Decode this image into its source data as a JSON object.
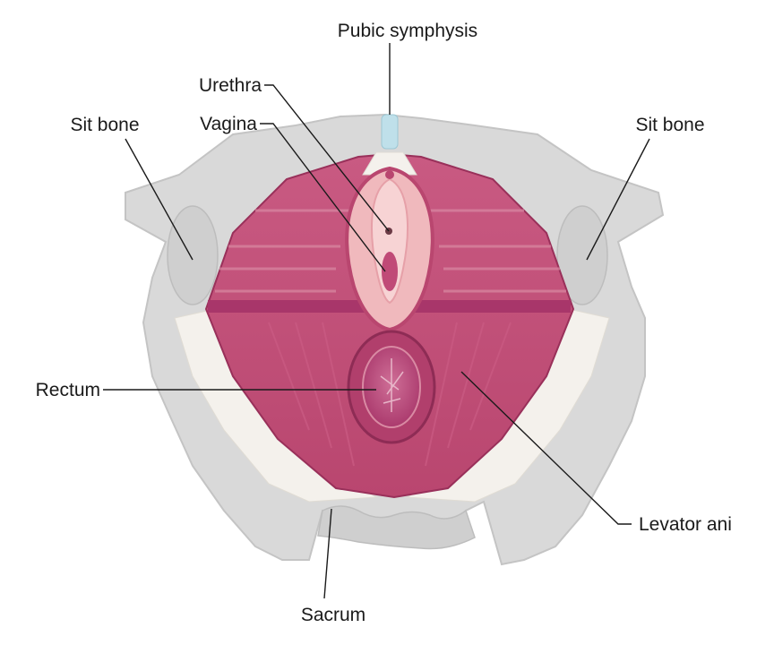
{
  "labels": {
    "pubic_symphysis": "Pubic symphysis",
    "urethra": "Urethra",
    "vagina": "Vagina",
    "sit_bone_left": "Sit bone",
    "sit_bone_right": "Sit bone",
    "rectum": "Rectum",
    "levator_ani": "Levator ani",
    "sacrum": "Sacrum"
  },
  "colors": {
    "bone": "#d9d9d9",
    "bone_dark": "#c4c4c4",
    "muscle": "#b9466f",
    "muscle_light": "#d98aa3",
    "muscle_dark": "#99305a",
    "tendon": "#f4f1ec",
    "vulva": "#f0b9bd",
    "cartilage": "#bfe0ea"
  }
}
